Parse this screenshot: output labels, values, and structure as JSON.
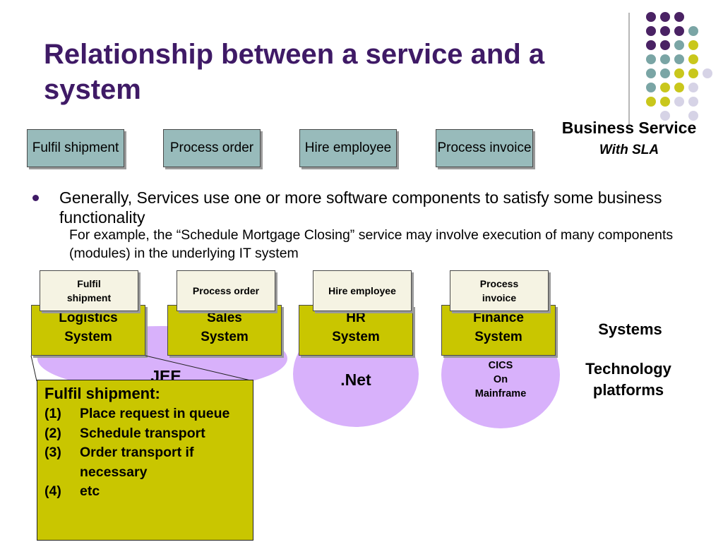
{
  "title": "Relationship between a service and a system",
  "business_services": {
    "items": [
      "Fulfil shipment",
      "Process order",
      "Hire employee",
      "Process invoice"
    ],
    "label": "Business Service",
    "sublabel": "With SLA"
  },
  "bullet": {
    "main": "Generally, Services use one or more software components to satisfy some business functionality",
    "sub": "For example, the “Schedule Mortgage Closing” service may involve execution of many components (modules) in the underlying IT system"
  },
  "systems": [
    {
      "component": "Fulfil shipment",
      "name": "Logistics System"
    },
    {
      "component": "Process order",
      "name": "Sales System"
    },
    {
      "component": "Hire employee",
      "name": "HR System"
    },
    {
      "component": "Process invoice",
      "name": "Finance System"
    }
  ],
  "platforms": {
    "jee": "JEE",
    "net": ".Net",
    "cics_line1": "CICS",
    "cics_line2": "On",
    "cics_line3": "Mainframe"
  },
  "labels": {
    "systems": "Systems",
    "technology_platforms": "Technology platforms"
  },
  "callout": {
    "title": "Fulfil shipment:",
    "steps": [
      {
        "num": "(1)",
        "text": "Place request in queue"
      },
      {
        "num": "(2)",
        "text": "Schedule transport"
      },
      {
        "num": "(3)",
        "text": "Order transport if necessary"
      },
      {
        "num": "(4)",
        "text": "etc"
      }
    ]
  },
  "colors": {
    "title": "#3f1a66",
    "service_box": "#98bbbb",
    "system_box": "#c9c600",
    "component_box": "#f5f3e3",
    "platform": "#d8b1fb",
    "dot_purple": "#4a2264",
    "dot_teal": "#7aa5a5",
    "dot_yellow": "#c9c71c",
    "dot_lavender": "#d6d3e6"
  }
}
